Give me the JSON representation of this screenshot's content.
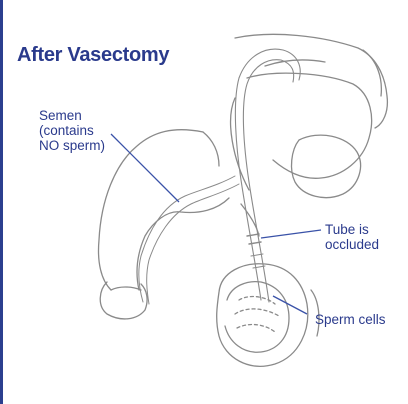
{
  "title": "After Vasectomy",
  "labels": {
    "semen_line1": "Semen",
    "semen_line2": "(contains",
    "semen_line3": "NO sperm)",
    "tube_line1": "Tube is",
    "tube_line2": "occluded",
    "sperm": "Sperm cells"
  },
  "colors": {
    "title": "#2a3a8c",
    "label_text": "#2a3a8c",
    "leader_lines": "#3a52a8",
    "anatomy_outline": "#8a8a8a",
    "frame_edge": "#2b3f8f"
  }
}
